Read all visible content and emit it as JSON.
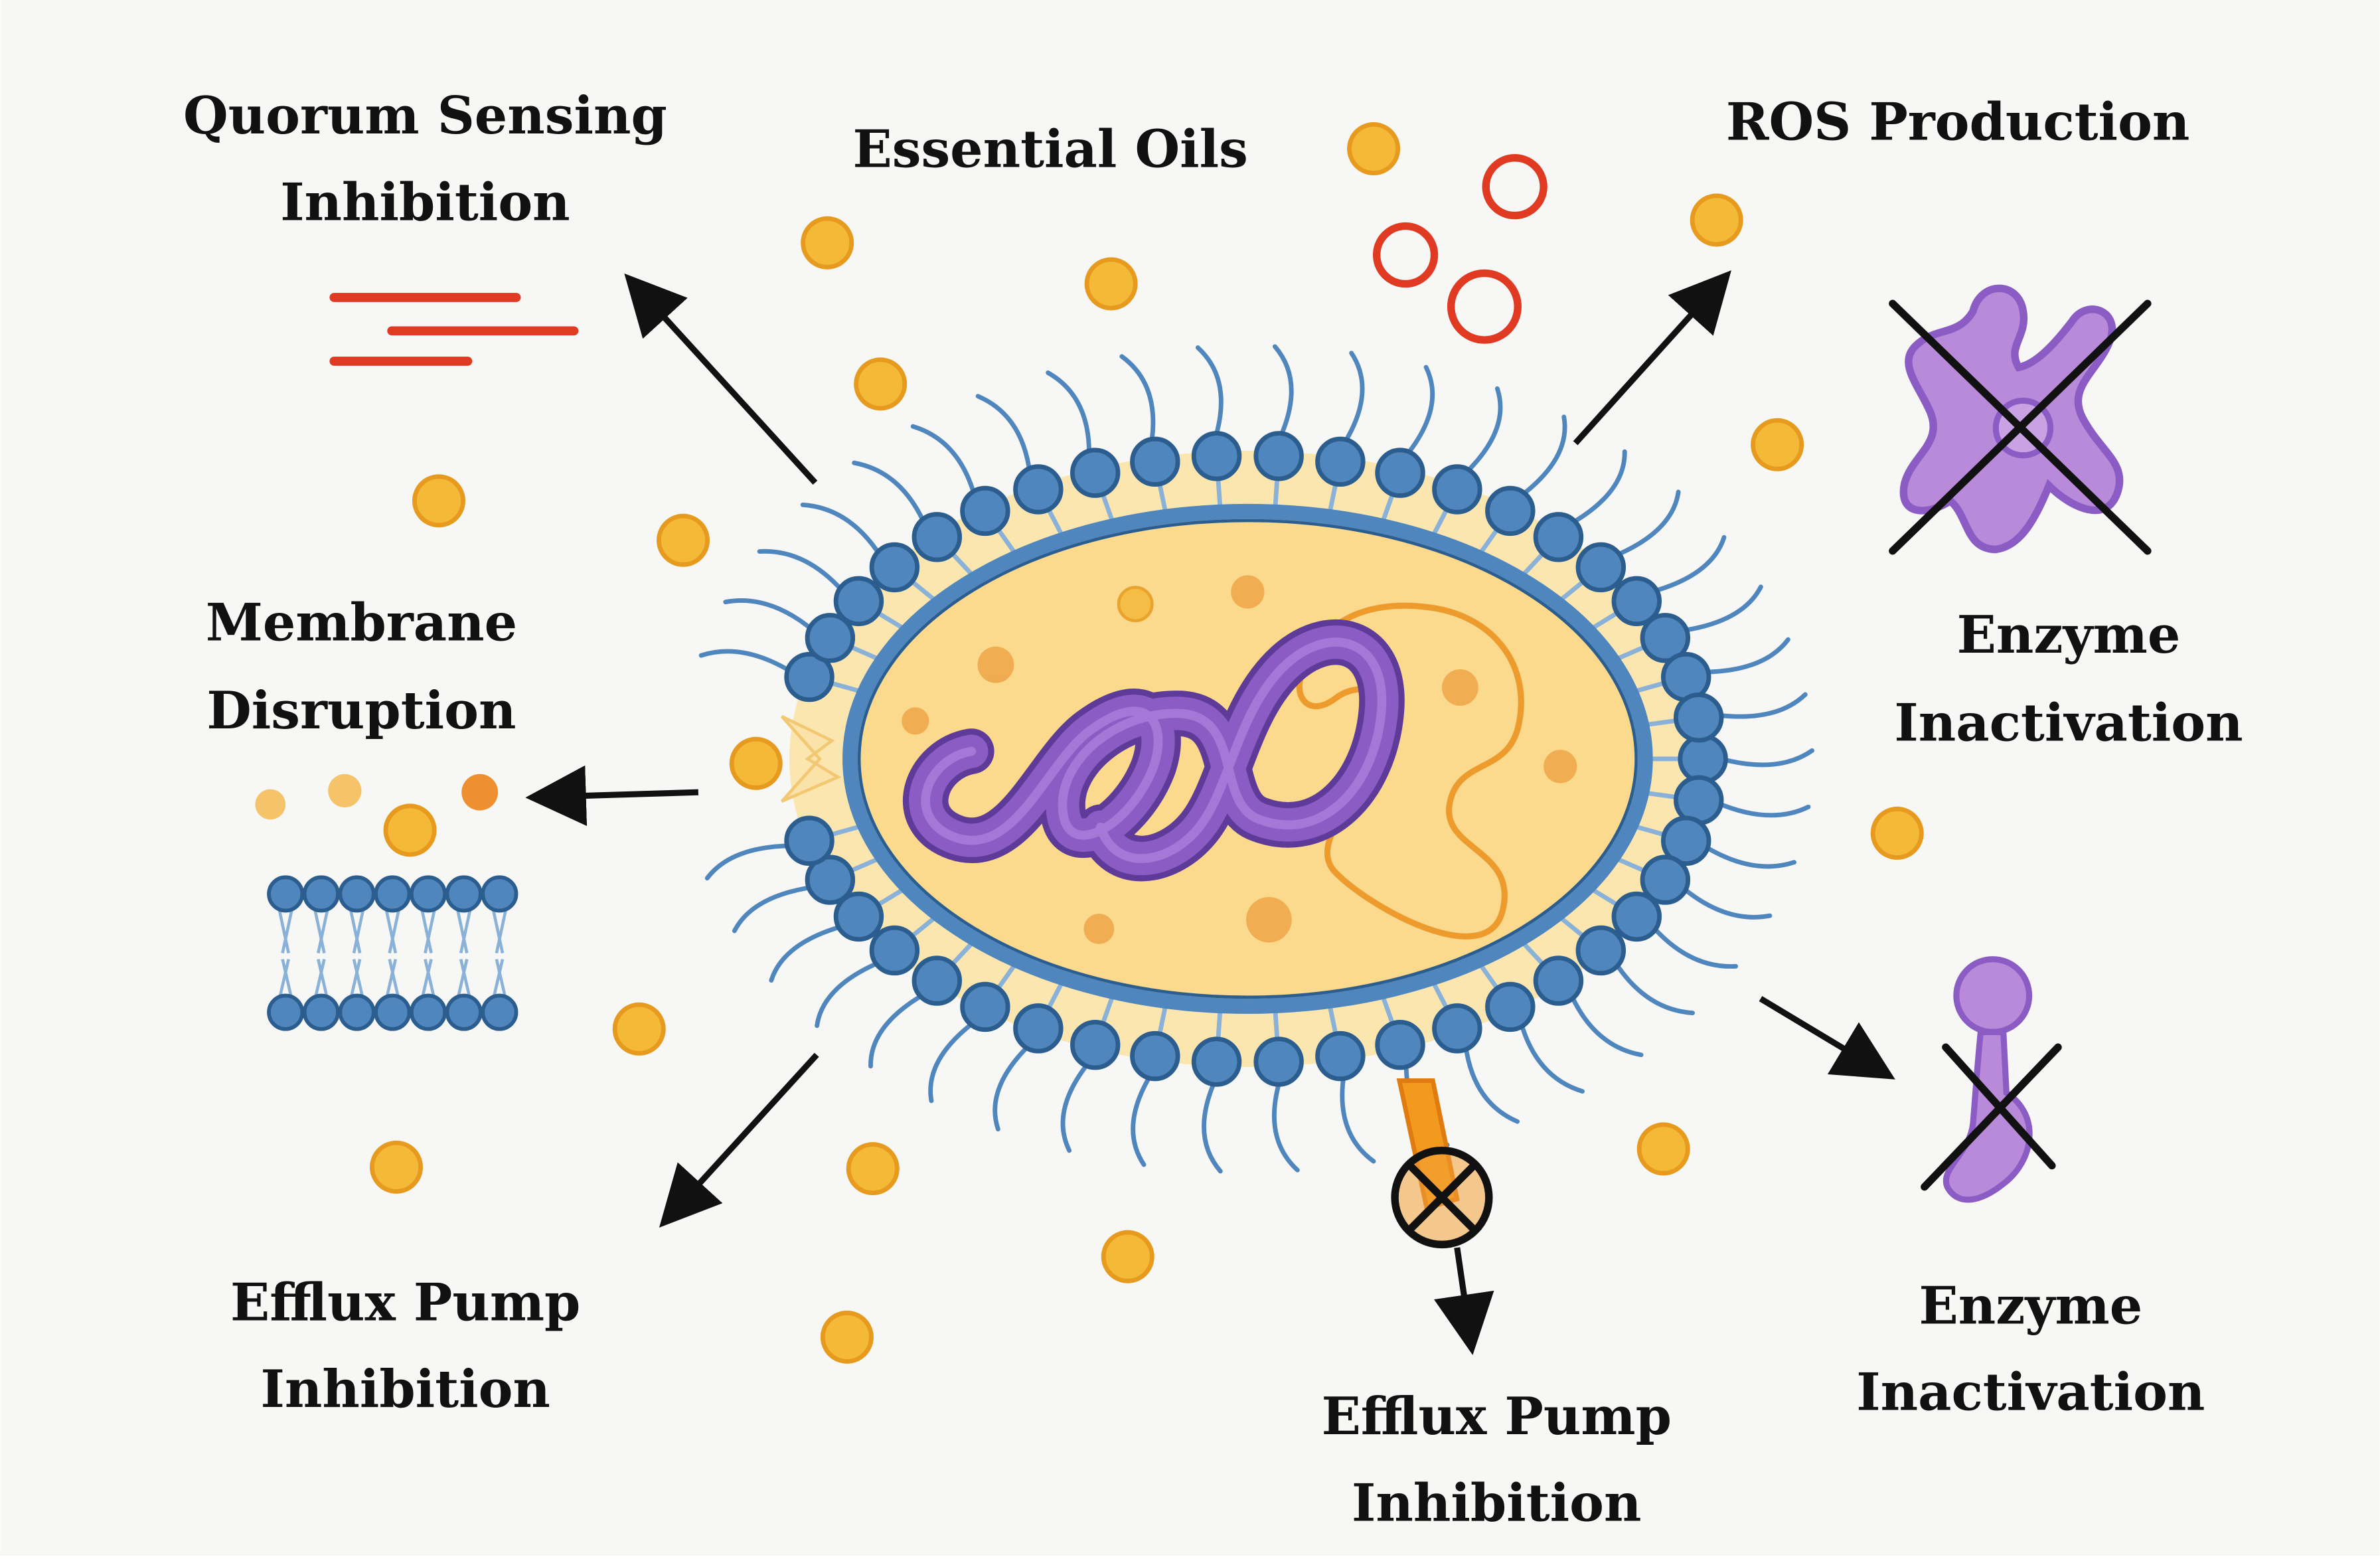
{
  "labels": {
    "quorum_line1": "Quorum Sensing",
    "quorum_line2": "Inhibition",
    "essential_oils": "Essential Oils",
    "ros": "ROS Production",
    "membrane_line1": "Membrane",
    "membrane_line2": "Disruption",
    "enzyme_top_line1": "Enzyme",
    "enzyme_top_line2": "Inactivation",
    "efflux_left_line1": "Efflux Pump",
    "efflux_left_line2": "Inhibition",
    "efflux_bottom_line1": "Efflux Pump",
    "efflux_bottom_line2": "Inhibition",
    "enzyme_bottom_line1": "Enzyme",
    "enzyme_bottom_line2": "Inactivation"
  },
  "colors": {
    "background": "#f7f7f5",
    "oil_droplet": "#f5b93a",
    "oil_outline": "#e69a1e",
    "membrane_head": "#4f86bd",
    "membrane_outline": "#2c5d8f",
    "cytoplasm": "#fbd98d",
    "periplasm": "#fce6b0",
    "dna": "#8a5cc4",
    "plasmid": "#ee9b2e",
    "ros": "#e13a23",
    "enzyme": "#b98ad9",
    "arrow": "#111111"
  },
  "icons": {
    "quorum": "signal-lines-icon",
    "membrane": "lipid-bilayer-icon",
    "enzyme_top": "crossed-enzyme-icon",
    "enzyme_bottom": "crossed-enzyme-icon",
    "efflux_pump": "blocked-pump-icon",
    "ros": "ros-circles-icon"
  }
}
